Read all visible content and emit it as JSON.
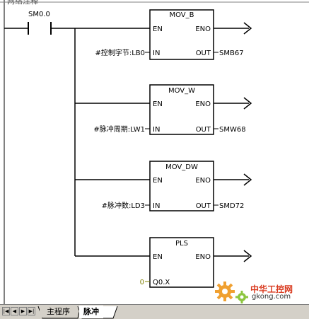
{
  "network": {
    "comment": "网络注释"
  },
  "contact": {
    "label": "SM0.0"
  },
  "blocks": [
    {
      "name": "MOV_B",
      "en": "EN",
      "eno": "ENO",
      "in": "IN",
      "out": "OUT",
      "in_operand": "#控制字节:LB0",
      "out_operand": "SMB67"
    },
    {
      "name": "MOV_W",
      "en": "EN",
      "eno": "ENO",
      "in": "IN",
      "out": "OUT",
      "in_operand": "#脉冲周期:LW1",
      "out_operand": "SMW68"
    },
    {
      "name": "MOV_DW",
      "en": "EN",
      "eno": "ENO",
      "in": "IN",
      "out": "OUT",
      "in_operand": "#脉冲数:LD3",
      "out_operand": "SMD72"
    },
    {
      "name": "PLS",
      "en": "EN",
      "eno": "ENO",
      "in": "Q0.X",
      "in_operand": "0"
    }
  ],
  "tabs": {
    "main": "主程序",
    "active": "脉冲"
  },
  "nav": {
    "first": "|◀",
    "prev": "◀",
    "next": "▶",
    "last": "▶|"
  },
  "watermark": {
    "cn": "中华工控网",
    "url": "gkong.com"
  },
  "colors": {
    "wire": "#000000",
    "block_border": "#000000",
    "tab_bg": "#d4d0c8",
    "operand_zero": "#808000"
  }
}
